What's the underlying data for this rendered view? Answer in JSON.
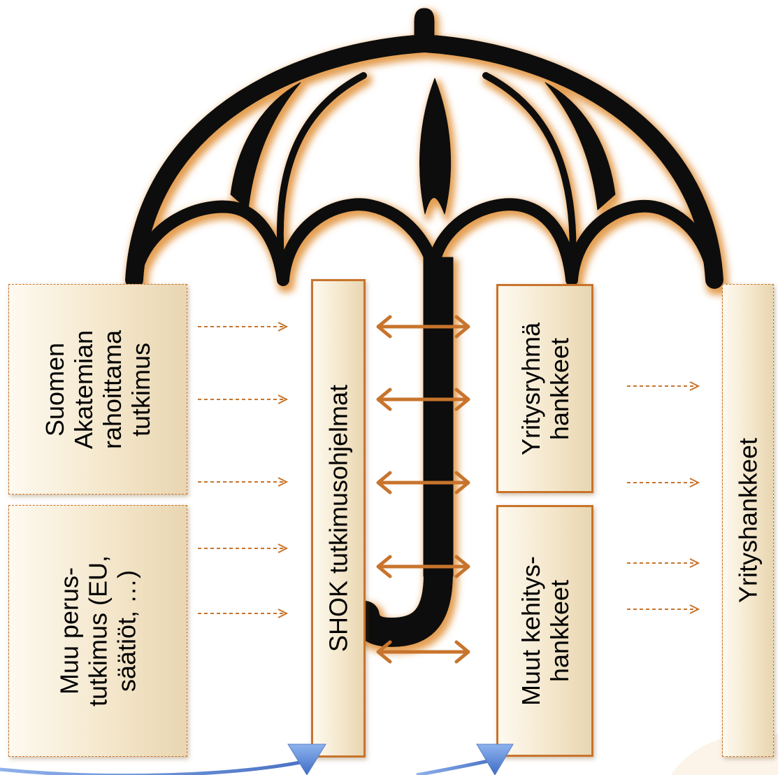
{
  "colors": {
    "accent": "#c8742c",
    "umbrella": "#0a0a0a",
    "umbrella_glow": "#e39a4a",
    "box_fill_light": "#fefaf0",
    "box_fill_dark": "#e9d6b1",
    "flow_arrow": "#6f8fd0"
  },
  "boxes": {
    "suomen": {
      "lines": [
        "Suomen",
        "Akatemian",
        "rahoittama",
        "tutkimus"
      ]
    },
    "muu": {
      "lines": [
        "Muu perus-",
        "tutkimus (EU,",
        "säätiöt, …)"
      ]
    },
    "shok": {
      "lines": [
        "SHOK tutkimusohjelmat"
      ]
    },
    "yritysryhma": {
      "lines": [
        "Yritysryhmä",
        "hankkeet"
      ]
    },
    "muut": {
      "lines": [
        "Muut  kehitys-",
        "hankkeet"
      ]
    },
    "yrityshankkeet": {
      "lines": [
        "Yrityshankkeet"
      ]
    }
  },
  "icons": {
    "umbrella": "umbrella-icon",
    "dashed_arrow": "dashed-arrow-right",
    "double_arrow": "double-headed-arrow",
    "flow_arrowhead": "triangle-arrowhead"
  }
}
